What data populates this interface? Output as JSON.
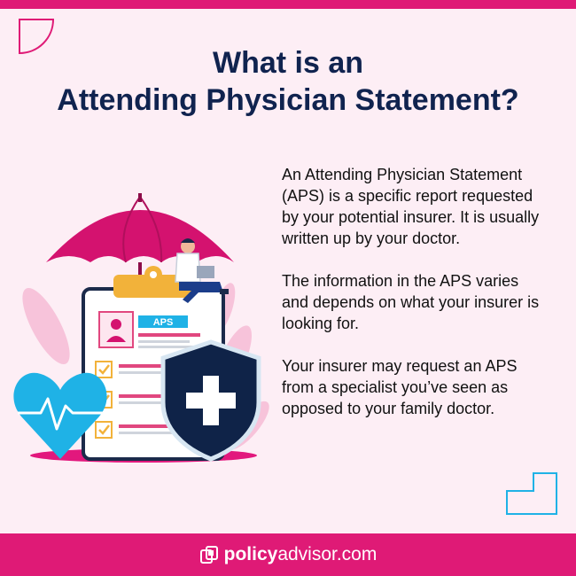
{
  "title": {
    "line1": "What is an",
    "line2": "Attending Physician Statement?"
  },
  "paragraphs": [
    "An Attending Physician Statement (APS) is a specific report requested by your potential insurer. It is usually written up by your doctor.",
    "The information in the APS varies and depends on what your insurer is looking for.",
    "Your insurer may request an APS from a specialist you’ve seen as opposed to your family doctor."
  ],
  "illustration": {
    "badge": "APS",
    "icons": [
      "umbrella-icon",
      "clipboard-icon",
      "doctor-icon",
      "heart-icon",
      "shield-plus-icon"
    ]
  },
  "footer": {
    "brand_bold": "policy",
    "brand_rest": "advisor.com"
  },
  "colors": {
    "background": "#fdeef5",
    "accent": "#df1a76",
    "navy": "#10234f",
    "blue": "#1fb2e6",
    "gold": "#f2b23a"
  }
}
